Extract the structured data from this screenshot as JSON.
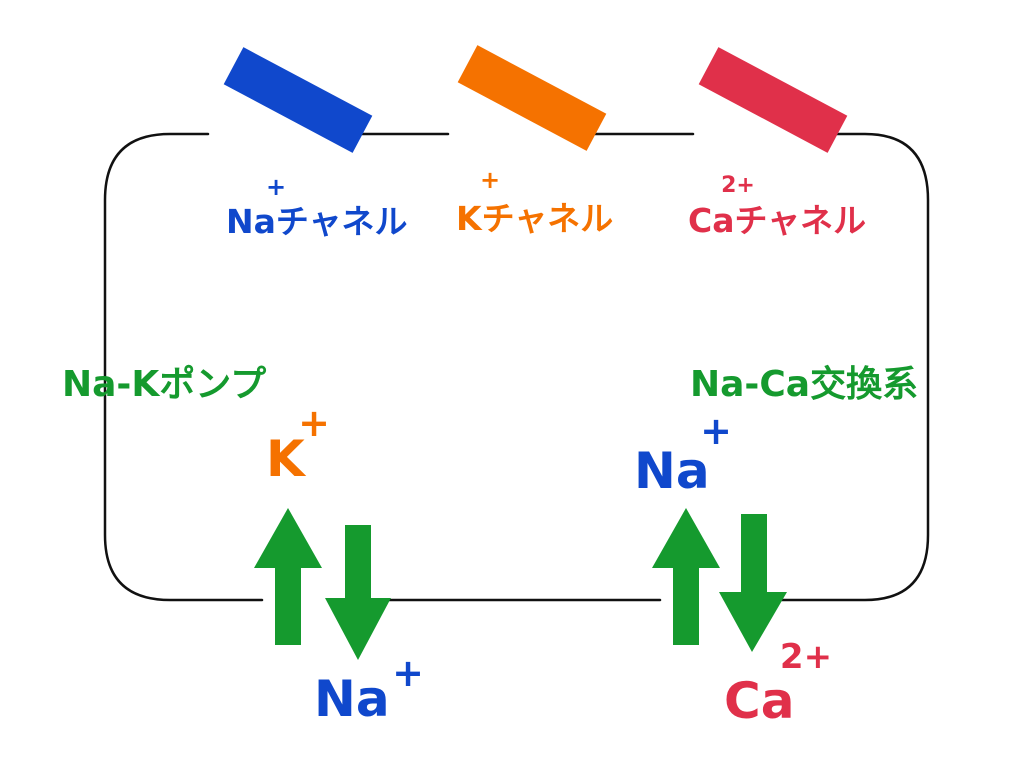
{
  "colors": {
    "na": "#1048cc",
    "k": "#f57200",
    "ca": "#e0304a",
    "green": "#159a2e",
    "membrane": "#111111"
  },
  "channels": {
    "na": {
      "charge": "+",
      "label": "Naチャネル"
    },
    "k": {
      "charge": "+",
      "label": "Kチャネル"
    },
    "ca": {
      "charge": "2+",
      "label": "Caチャネル"
    }
  },
  "na_k_pump": {
    "title": "Na-Kポンプ",
    "inside_ion": "K",
    "inside_charge": "+",
    "outside_ion": "Na",
    "outside_charge": "+"
  },
  "na_ca_exchanger": {
    "title": "Na-Ca交換系",
    "inside_ion": "Na",
    "inside_charge": "+",
    "outside_ion": "Ca",
    "outside_charge": "2+"
  }
}
